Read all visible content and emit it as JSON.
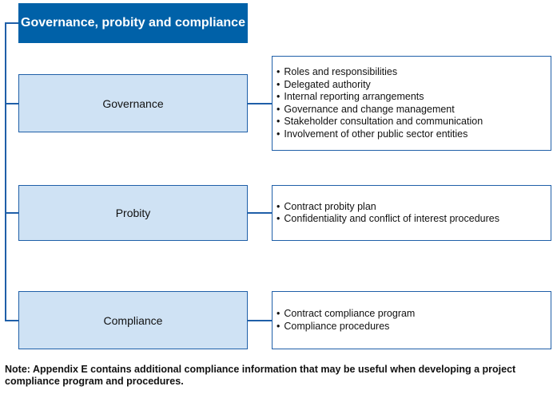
{
  "title": "Governance, probity and compliance",
  "sections": [
    {
      "label": "Governance",
      "items": [
        "Roles and responsibilities",
        "Delegated authority",
        "Internal reporting arrangements",
        "Governance and change management",
        "Stakeholder consultation and communication",
        "Involvement of other public sector entities"
      ]
    },
    {
      "label": "Probity",
      "items": [
        "Contract probity plan",
        "Confidentiality and conflict of interest procedures"
      ]
    },
    {
      "label": "Compliance",
      "items": [
        "Contract compliance program",
        "Compliance procedures"
      ]
    }
  ],
  "note": "Note: Appendix E contains additional compliance information that may be useful when developing a project compliance program and procedures."
}
